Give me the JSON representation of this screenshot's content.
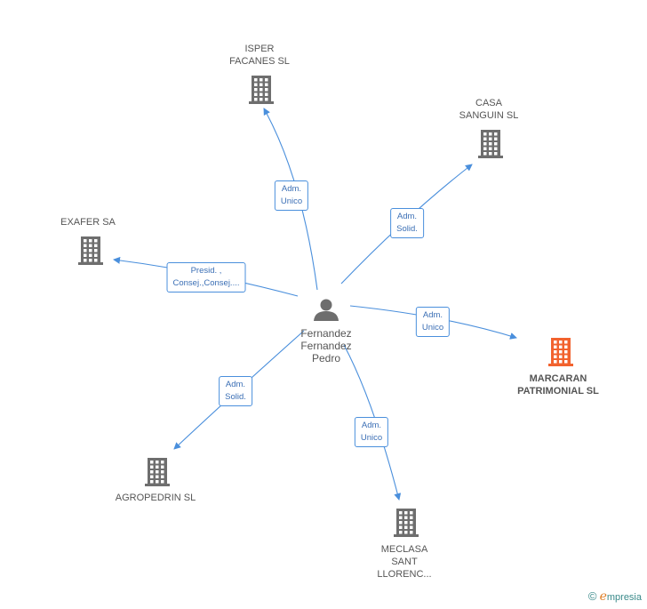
{
  "center": {
    "lines": [
      "Fernandez",
      "Fernandez",
      "Pedro"
    ]
  },
  "nodes": [
    {
      "id": "isper",
      "lines": [
        "ISPER",
        "FACANES SL"
      ],
      "highlight": false
    },
    {
      "id": "casa",
      "lines": [
        "CASA",
        "SANGUIN SL"
      ],
      "highlight": false
    },
    {
      "id": "exafer",
      "lines": [
        "EXAFER SA"
      ],
      "highlight": false
    },
    {
      "id": "marcaran",
      "lines": [
        "MARCARAN",
        "PATRIMONIAL SL"
      ],
      "highlight": true
    },
    {
      "id": "agropedrin",
      "lines": [
        "AGROPEDRIN  SL"
      ],
      "highlight": false
    },
    {
      "id": "meclasa",
      "lines": [
        "MECLASA",
        "SANT",
        "LLORENC..."
      ],
      "highlight": false
    }
  ],
  "edges": [
    {
      "to": "isper",
      "lines": [
        "Adm.",
        "Unico"
      ]
    },
    {
      "to": "casa",
      "lines": [
        "Adm.",
        "Solid."
      ]
    },
    {
      "to": "exafer",
      "lines": [
        "Presid. ,",
        "Consej.,Consej...."
      ]
    },
    {
      "to": "marcaran",
      "lines": [
        "Adm.",
        "Unico"
      ]
    },
    {
      "to": "agropedrin",
      "lines": [
        "Adm.",
        "Solid."
      ]
    },
    {
      "to": "meclasa",
      "lines": [
        "Adm.",
        "Unico"
      ]
    }
  ],
  "colors": {
    "edge": "#4a8fdc",
    "building": "#6e6e6e",
    "highlight": "#f2622e",
    "person": "#6e6e6e"
  },
  "footer": {
    "copyright": "©",
    "brand_initial": "e",
    "brand_rest": "mpresia"
  }
}
